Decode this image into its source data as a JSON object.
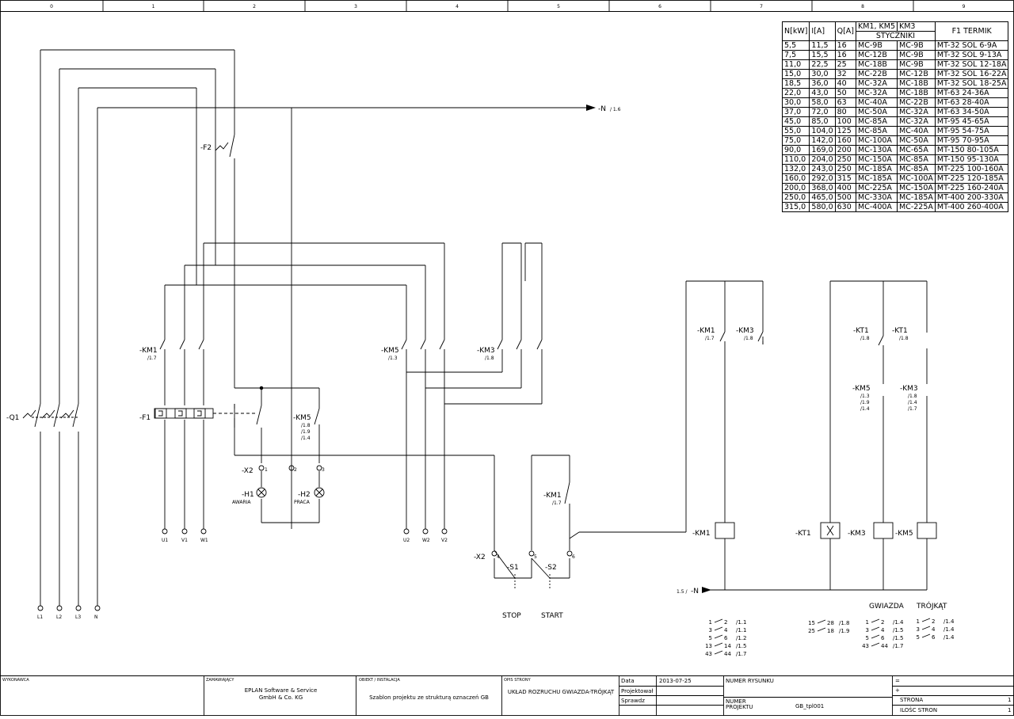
{
  "grid": {
    "columns": [
      "0",
      "1",
      "2",
      "3",
      "4",
      "5",
      "6",
      "7",
      "8",
      "9"
    ]
  },
  "table": {
    "headers": [
      "N[kW]",
      "I[A]",
      "Q[A]",
      "KM1, KM5",
      "KM3",
      "F1 TERMIK"
    ],
    "subheader": "STYCZNIKI",
    "rows": [
      [
        "5,5",
        "11,5",
        "16",
        "MC-9B",
        "MC-9B",
        "MT-32 SOL 6-9A"
      ],
      [
        "7,5",
        "15,5",
        "16",
        "MC-12B",
        "MC-9B",
        "MT-32 SOL 9-13A"
      ],
      [
        "11,0",
        "22,5",
        "25",
        "MC-18B",
        "MC-9B",
        "MT-32 SOL 12-18A"
      ],
      [
        "15,0",
        "30,0",
        "32",
        "MC-22B",
        "MC-12B",
        "MT-32 SOL 16-22A"
      ],
      [
        "18,5",
        "36,0",
        "40",
        "MC-32A",
        "MC-18B",
        "MT-32 SOL 18-25A"
      ],
      [
        "22,0",
        "43,0",
        "50",
        "MC-32A",
        "MC-18B",
        "MT-63 24-36A"
      ],
      [
        "30,0",
        "58,0",
        "63",
        "MC-40A",
        "MC-22B",
        "MT-63 28-40A"
      ],
      [
        "37,0",
        "72,0",
        "80",
        "MC-50A",
        "MC-32A",
        "MT-63 34-50A"
      ],
      [
        "45,0",
        "85,0",
        "100",
        "MC-85A",
        "MC-32A",
        "MT-95 45-65A"
      ],
      [
        "55,0",
        "104,0",
        "125",
        "MC-85A",
        "MC-40A",
        "MT-95 54-75A"
      ],
      [
        "75,0",
        "142,0",
        "160",
        "MC-100A",
        "MC-50A",
        "MT-95 70-95A"
      ],
      [
        "90,0",
        "169,0",
        "200",
        "MC-130A",
        "MC-65A",
        "MT-150 80-105A"
      ],
      [
        "110,0",
        "204,0",
        "250",
        "MC-150A",
        "MC-85A",
        "MT-150 95-130A"
      ],
      [
        "132,0",
        "243,0",
        "250",
        "MC-185A",
        "MC-85A",
        "MT-225 100-160A"
      ],
      [
        "160,0",
        "292,0",
        "315",
        "MC-185A",
        "MC-100A",
        "MT-225 120-185A"
      ],
      [
        "200,0",
        "368,0",
        "400",
        "MC-225A",
        "MC-150A",
        "MT-225 160-240A"
      ],
      [
        "250,0",
        "465,0",
        "500",
        "MC-330A",
        "MC-185A",
        "MT-400 200-330A"
      ],
      [
        "315,0",
        "580,0",
        "630",
        "MC-400A",
        "MC-225A",
        "MT-400 260-400A"
      ]
    ]
  },
  "labels": {
    "n_out": "-N",
    "n_out_ref": "/ 1.6",
    "n_in": "-N",
    "n_in_ref": "1.5 /",
    "q1": "-Q1",
    "f1": "-F1",
    "f2": "-F2",
    "km1": "-KM1",
    "km1_ref": "/1.7",
    "km5": "-KM5",
    "km5_ref": "/1.3",
    "km3": "-KM3",
    "km3_ref": "/1.8",
    "km5_aux_refs": [
      "/1.8",
      "/1.9",
      "/1.4"
    ],
    "x2": "-X2",
    "h1": "-H1",
    "h1_name": "AWARIA",
    "h2": "-H2",
    "h2_name": "PRACA",
    "s1": "-S1",
    "s2": "-S2",
    "stop": "STOP",
    "start": "START",
    "km1_hold": "-KM1",
    "km1_hold_ref": "/1.7",
    "kt1": "-KT1",
    "kt1_ref": "/1.8",
    "kt1b": "-KT1",
    "kt1b_ref": "/1.8",
    "km1_c": "-KM1",
    "km1_c_ref": "/1.7",
    "km3_c": "-KM3",
    "km3_c_ref": "/1.8",
    "km5_i": "-KM5",
    "km5_i_refs": [
      "/1.3",
      "/1.9",
      "/1.4"
    ],
    "km3_i": "-KM3",
    "km3_i_refs": [
      "/1.8",
      "/1.4",
      "/1.7"
    ],
    "coil_km1": "-KM1",
    "coil_kt1": "-KT1",
    "coil_km3": "-KM3",
    "coil_km5": "-KM5",
    "gwiazda": "GWIAZDA",
    "trojkat": "TRÓJKĄT",
    "motor1": [
      "U1",
      "V1",
      "W1"
    ],
    "motor2": [
      "U2",
      "W2",
      "V2"
    ],
    "supply": [
      "L1",
      "L2",
      "L3",
      "N"
    ],
    "x2_terms": [
      "1",
      "2",
      "3",
      "4",
      "5",
      "6"
    ]
  },
  "xref": {
    "km1": [
      [
        "1",
        "2",
        "/1.1"
      ],
      [
        "3",
        "4",
        "/1.1"
      ],
      [
        "5",
        "6",
        "/1.2"
      ],
      [
        "13",
        "14",
        "/1.5"
      ],
      [
        "43",
        "44",
        "/1.7"
      ]
    ],
    "kt1": [
      [
        "15",
        "28",
        "/1.8"
      ],
      [
        "25",
        "18",
        "/1.9"
      ]
    ],
    "km3": [
      [
        "1",
        "2",
        "/1.4"
      ],
      [
        "3",
        "4",
        "/1.5"
      ],
      [
        "5",
        "6",
        "/1.5"
      ],
      [
        "43",
        "44",
        "/1.7"
      ]
    ],
    "km5": [
      [
        "1",
        "2",
        "/1.4"
      ],
      [
        "3",
        "4",
        "/1.4"
      ],
      [
        "5",
        "6",
        "/1.4"
      ]
    ]
  },
  "title_block": {
    "wykonawca": "WYKONAWCA",
    "zamawiajacy": "ZAMAWIAJĄCY",
    "zamawiajacy_val1": "EPLAN Software & Service",
    "zamawiajacy_val2": "GmbH & Co. KG",
    "obiekt": "OBIEKT / INSTALACJA",
    "obiekt_val": "Szablon projektu ze strukturą oznaczeń GB",
    "opis": "OPIS STRONY",
    "opis_val": "UKŁAD ROZRUCHU GWIAZDA-TRÓJKĄT",
    "data": "Data",
    "data_val": "2013-07-25",
    "projektowal": "Projektował",
    "sprawdz": "Sprawdz",
    "numer_rys": "NUMER RYSUNKU",
    "numer_proj": "NUMER\nPROJEKTU",
    "numer_proj_val": "GB_tpl001",
    "eq": "=",
    "plus": "+",
    "strona": "STRONA",
    "strona_val": "1",
    "ilosc": "ILOŚC STRON",
    "ilosc_val": "1"
  }
}
